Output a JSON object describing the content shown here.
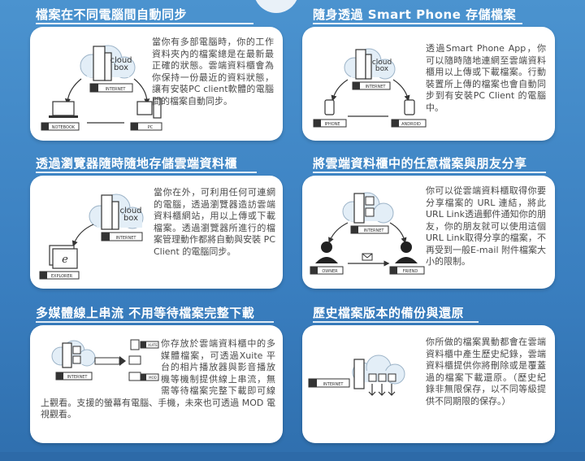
{
  "sections": [
    {
      "title": "檔案在不同電腦間自動同步",
      "description": "當你有多部電腦時，你的工作資料夾內的檔案總是在最新最正確的狀態。雲端資料櫃會為你保持一份最近的資料狀態，讓有安裝PC client軟體的電腦間的檔案自動同步。",
      "labels": [
        "cloud box",
        "INTERNET",
        "NOTEBOOK",
        "PC"
      ]
    },
    {
      "title": "隨身透過 Smart Phone 存儲檔案",
      "description": "透過Smart Phone App，你可以隨時隨地連網至雲端資料櫃用以上傳或下載檔案。行動裝置所上傳的檔案也會自動同步到有安裝PC Client 的電腦中。",
      "labels": [
        "cloud box",
        "INTERNET",
        "IPHONE",
        "ANDROID"
      ]
    },
    {
      "title": "透過瀏覽器隨時隨地存儲雲端資料櫃",
      "description": "當你在外，可利用任何可連網的電腦，透過瀏覽器造訪雲端資料櫃網站，用以上傳或下載檔案。透過瀏覽器所進行的檔案管理動作都將自動與安裝 PC Client 的電腦同步。",
      "labels": [
        "cloud box",
        "INTERNET",
        "EXPLORER"
      ]
    },
    {
      "title": "將雲端資料櫃中的任意檔案與朋友分享",
      "description": "你可以從雲端資料櫃取得你要分享檔案的 URL 連結，將此URL Link透過郵件通知你的朋友，你的朋友就可以使用這個URL Link取得分享的檔案，不再受到一般E-mail 附件檔案大小的限制。",
      "labels": [
        "INTERNET",
        "OWNER",
        "FRIEND"
      ]
    },
    {
      "title": "多媒體線上串流 不用等待檔案完整下載",
      "description": "你存放於雲端資料櫃中的多媒體檔案，可透過Xuite 平台的相片播放器與影音播放機等機制提供線上串流，無需等待檔案完整下載即可線上觀看。支援的螢幕有電腦、手機，未來也可透過 MOD 電視觀看。",
      "labels": [
        "INTERNET",
        "XUITE",
        "MOD"
      ]
    },
    {
      "title": "歷史檔案版本的備份與還原",
      "description": "你所做的檔案異動都會在雲端資料櫃中產生歷史紀錄，雲端資料櫃提供你將刪除或是覆蓋過的檔案下載還原。（歷史紀錄非無限保存，以不同等級提供不同期限的保存。）",
      "labels": [
        "INTERNET"
      ]
    }
  ],
  "colors": {
    "background": "#3e86c4",
    "card": "#ffffff",
    "text": "#4a4a4a",
    "accent": "#3b6fb0"
  }
}
